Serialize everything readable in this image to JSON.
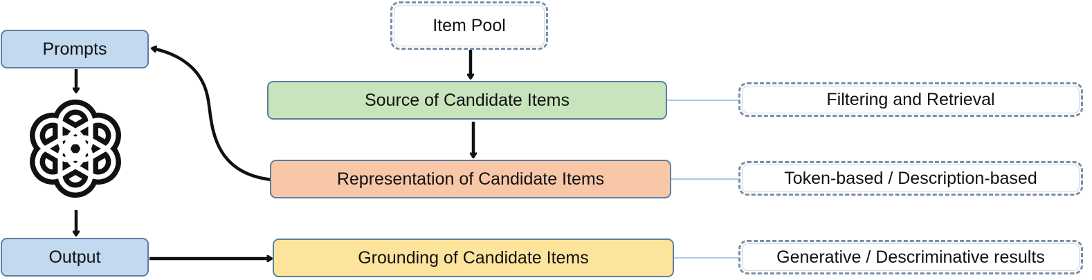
{
  "left_column": {
    "prompts": "Prompts",
    "output": "Output",
    "model_logo": "openai-knot-logo"
  },
  "center_column": {
    "item_pool": "Item Pool",
    "source": "Source of Candidate Items",
    "representation": "Representation of Candidate Items",
    "grounding": "Grounding of Candidate Items"
  },
  "right_column": {
    "filtering": "Filtering and Retrieval",
    "token": "Token-based / Description-based",
    "generative": "Generative / Descriminative results"
  },
  "colors": {
    "prompt_output_fill": "#c2d9ef",
    "source_fill": "#c8e4bc",
    "representation_fill": "#f7c7a8",
    "grounding_fill": "#fce49d",
    "box_border": "#5b7ea1",
    "dashed_border": "#7a8ea3",
    "connector": "#111111",
    "thin_connector": "#7fa7cf"
  }
}
